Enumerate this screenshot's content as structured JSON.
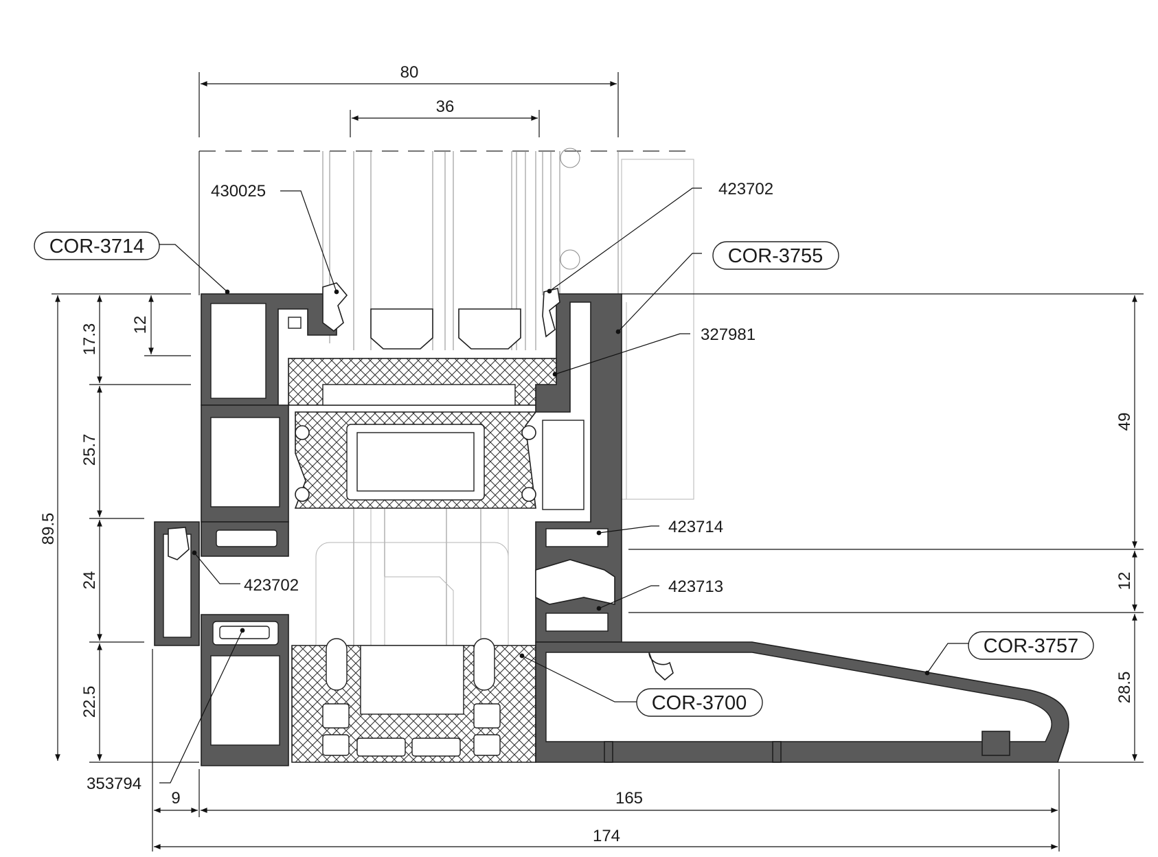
{
  "dimensions": {
    "top_overall": "80",
    "top_glass": "36",
    "left_total": "89.5",
    "left_17_3": "17.3",
    "left_12": "12",
    "left_25_7": "25.7",
    "left_24": "24",
    "left_22_5": "22.5",
    "right_49": "49",
    "right_12": "12",
    "right_28_5": "28.5",
    "bottom_9": "9",
    "bottom_165": "165",
    "bottom_174": "174"
  },
  "callouts": {
    "c430025": "430025",
    "c423702_top": "423702",
    "c327981": "327981",
    "c423714": "423714",
    "c423702_mid": "423702",
    "c423713": "423713",
    "c353794": "353794"
  },
  "profiles": {
    "cor3714": "COR-3714",
    "cor3755": "COR-3755",
    "cor3757": "COR-3757",
    "cor3700": "COR-3700"
  },
  "colors": {
    "aluminium": "#5a5a5a",
    "line": "#1e1e1e",
    "background": "#ffffff"
  }
}
